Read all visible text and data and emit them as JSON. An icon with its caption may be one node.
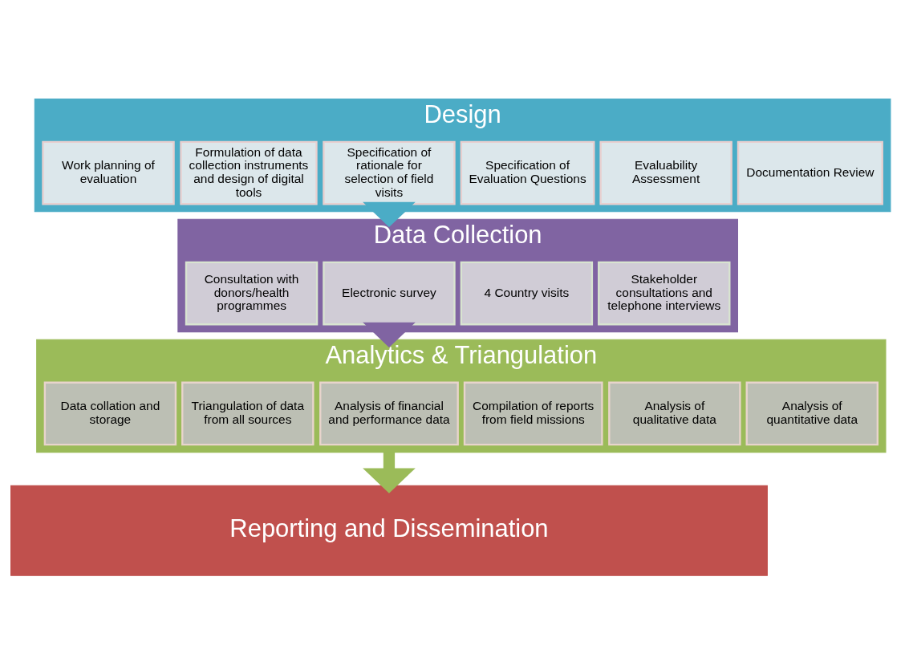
{
  "diagram": {
    "nodes": [
      {
        "text": [
          "Design"
        ]
      },
      {
        "text": [
          "Documentation Review"
        ],
        "in": 0
      },
      {
        "text": [
          "Evaluability Assessment"
        ],
        "in": 0
      },
      {
        "text": [
          "Specification of Evaluation Questions"
        ],
        "in": 0
      },
      {
        "text": [
          "Specification of rationale for selection of field visits"
        ],
        "in": 0
      },
      {
        "text": [
          "Formulation of data collection instruments and design of digital tools"
        ],
        "in": 0
      },
      {
        "text": [
          "Work planning of evaluation"
        ],
        "in": 0
      },
      {
        "text": [
          "Data Collection"
        ]
      },
      {
        "text": [
          "Stakeholder consultations and telephone interviews"
        ],
        "in": 7
      },
      {
        "text": [
          "4 Country visits"
        ],
        "in": 7
      },
      {
        "text": [
          "Electronic survey"
        ],
        "in": 7
      },
      {
        "text": [
          "Consultation with donors/health programmes"
        ],
        "in": 7
      },
      {
        "text": [
          "Analytics & Triangulation"
        ]
      },
      {
        "text": [
          "Analysis of quantitative data"
        ],
        "in": 12
      },
      {
        "text": [
          "Analysis of qualitative data"
        ],
        "in": 12
      },
      {
        "text": [
          "Compilation of reports from field missions"
        ],
        "in": 12
      },
      {
        "text": [
          "Analysis of financial and performance data"
        ],
        "in": 12
      },
      {
        "text": [
          "Triangulation of data from all sources"
        ],
        "in": 12
      },
      {
        "text": [
          "Data collation and storage"
        ],
        "in": 12
      },
      {
        "text": [
          "Reporting and Dissemination"
        ]
      }
    ],
    "edges": [
      {
        "from": 0,
        "to": 7,
        "arrow": "to",
        "color": "#4bacc6"
      },
      {
        "from": 7,
        "to": 12,
        "arrow": "to",
        "color": "#8064a2"
      },
      {
        "from": 12,
        "to": 19,
        "arrow": "to",
        "color": "#9bbb59"
      }
    ]
  }
}
